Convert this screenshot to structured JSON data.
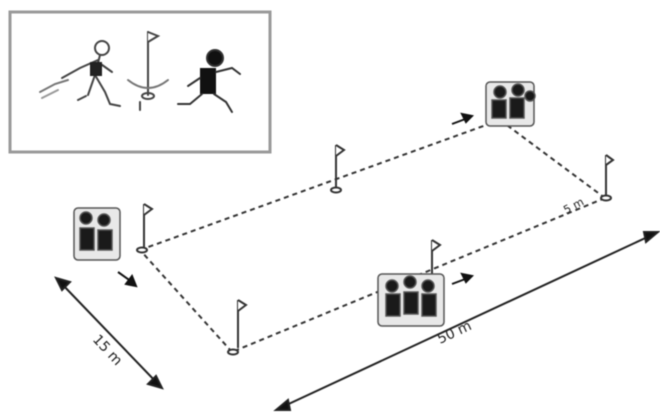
{
  "inset": {
    "description_icons": [
      "runner-icon",
      "flag-pole-icon",
      "runner-icon"
    ]
  },
  "course": {
    "length_label": "50 m",
    "width_label": "15 m",
    "corner_label": "5 m"
  },
  "colors": {
    "line": "#333333",
    "ink": "#1a1a1a",
    "frame": "#8a8a8a"
  }
}
